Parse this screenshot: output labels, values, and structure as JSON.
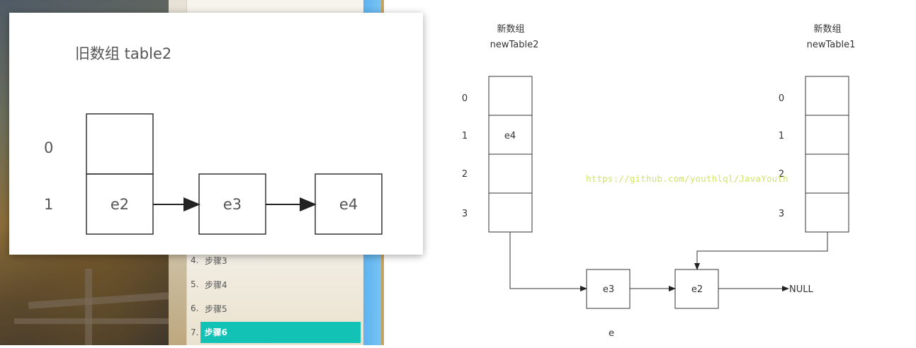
{
  "steps_panel": {
    "items": [
      {
        "num": "4.",
        "label": "步骤3",
        "active": false
      },
      {
        "num": "5.",
        "label": "步骤4",
        "active": false
      },
      {
        "num": "6.",
        "label": "步骤5",
        "active": false
      },
      {
        "num": "7.",
        "label": "步骤6",
        "active": true
      }
    ]
  },
  "card": {
    "title": "旧数组 table2",
    "row_indices": [
      "0",
      "1"
    ],
    "cells": [
      "",
      "e2"
    ],
    "chain": [
      "e3",
      "e4"
    ]
  },
  "diagram": {
    "new_table2": {
      "title_line1": "新数组",
      "title_line2": "newTable2",
      "cells": [
        "",
        "e4",
        "",
        ""
      ]
    },
    "new_table1": {
      "title_line1": "新数组",
      "title_line2": "newTable1",
      "cells": [
        "",
        "",
        "",
        ""
      ]
    },
    "indices_left": [
      "0",
      "1",
      "2",
      "3"
    ],
    "indices_right": [
      "0",
      "1",
      "2",
      "3"
    ],
    "chain_nodes": [
      "e3",
      "e2"
    ],
    "null_label": "NULL",
    "pointer_label": "e",
    "watermark": "https://github.com/youthlql/JavaYouth"
  }
}
